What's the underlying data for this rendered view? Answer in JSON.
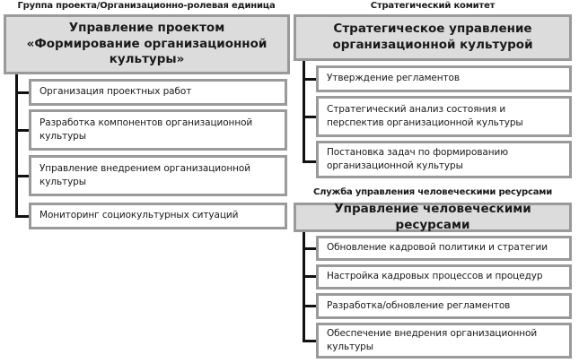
{
  "left": {
    "label": "Группа проекта/Организационно-ролевая единица",
    "title": "Управление проектом «Формирование организационной культуры»",
    "items": [
      "Организация проектных работ",
      "Разработка компонентов организационной культуры",
      "Управление внедрением организационной культуры",
      "Мониторинг социокультурных ситуаций"
    ]
  },
  "right_top": {
    "label": "Стратегический комитет",
    "title": "Стратегическое управление организационной культурой",
    "items": [
      "Утверждение регламентов",
      "Стратегический анализ состояния и перспектив организационной культуры",
      "Постановка задач по формированию организационной культуры"
    ]
  },
  "right_bottom": {
    "label": "Служба управления человеческими ресурсами",
    "title": "Управление человеческими ресурсами",
    "items": [
      "Обновление кадровой политики и стратегии",
      "Настройка кадровых процессов и процедур",
      "Разработка/обновление регламентов",
      "Обеспечение внедрения организационной культуры"
    ]
  }
}
